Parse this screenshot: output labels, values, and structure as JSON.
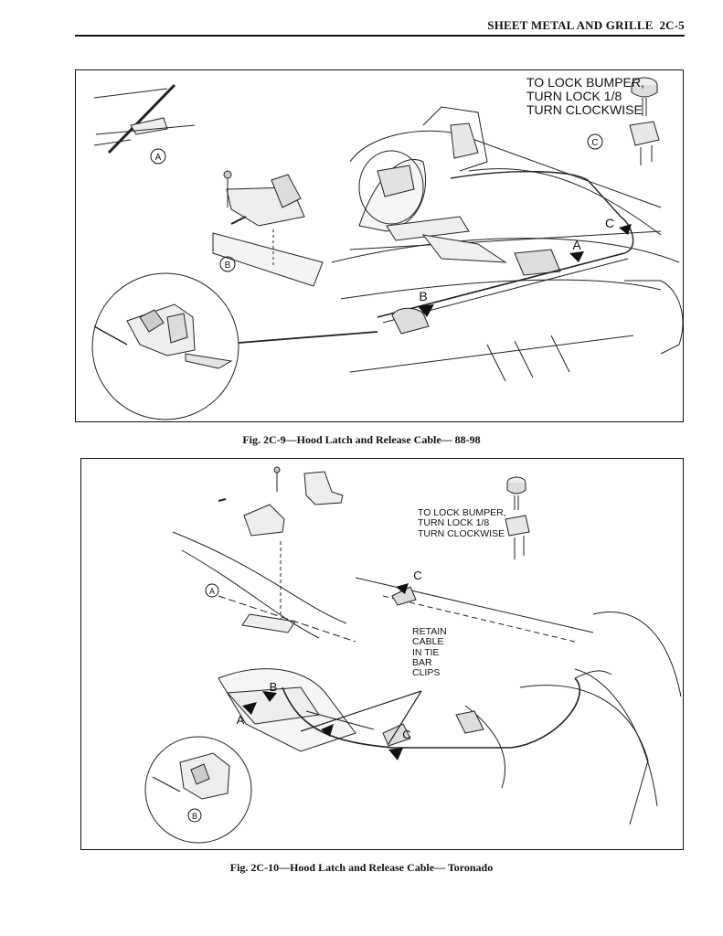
{
  "header": {
    "title": "SHEET METAL AND GRILLE",
    "page": "2C-5"
  },
  "figure1": {
    "caption": "Fig. 2C-9—Hood Latch and Release Cable— 88-98",
    "callout": "TO LOCK BUMPER,\nTURN LOCK 1/8\nTURN CLOCKWISE",
    "circles": {
      "a": "A",
      "b": "B",
      "c": "C"
    },
    "arrows": {
      "a": "A",
      "b": "B",
      "c": "C"
    }
  },
  "figure2": {
    "caption": "Fig. 2C-10—Hood Latch and Release Cable— Toronado",
    "callout": "TO LOCK BUMPER,\nTURN LOCK 1/8\nTURN CLOCKWISE",
    "retain_note": "RETAIN\nCABLE\nIN TIE\nBAR\nCLIPS",
    "circles": {
      "a": "A",
      "b": "B"
    },
    "arrows": {
      "a": "A",
      "b": "B",
      "c1": "C",
      "c2": "C"
    }
  }
}
